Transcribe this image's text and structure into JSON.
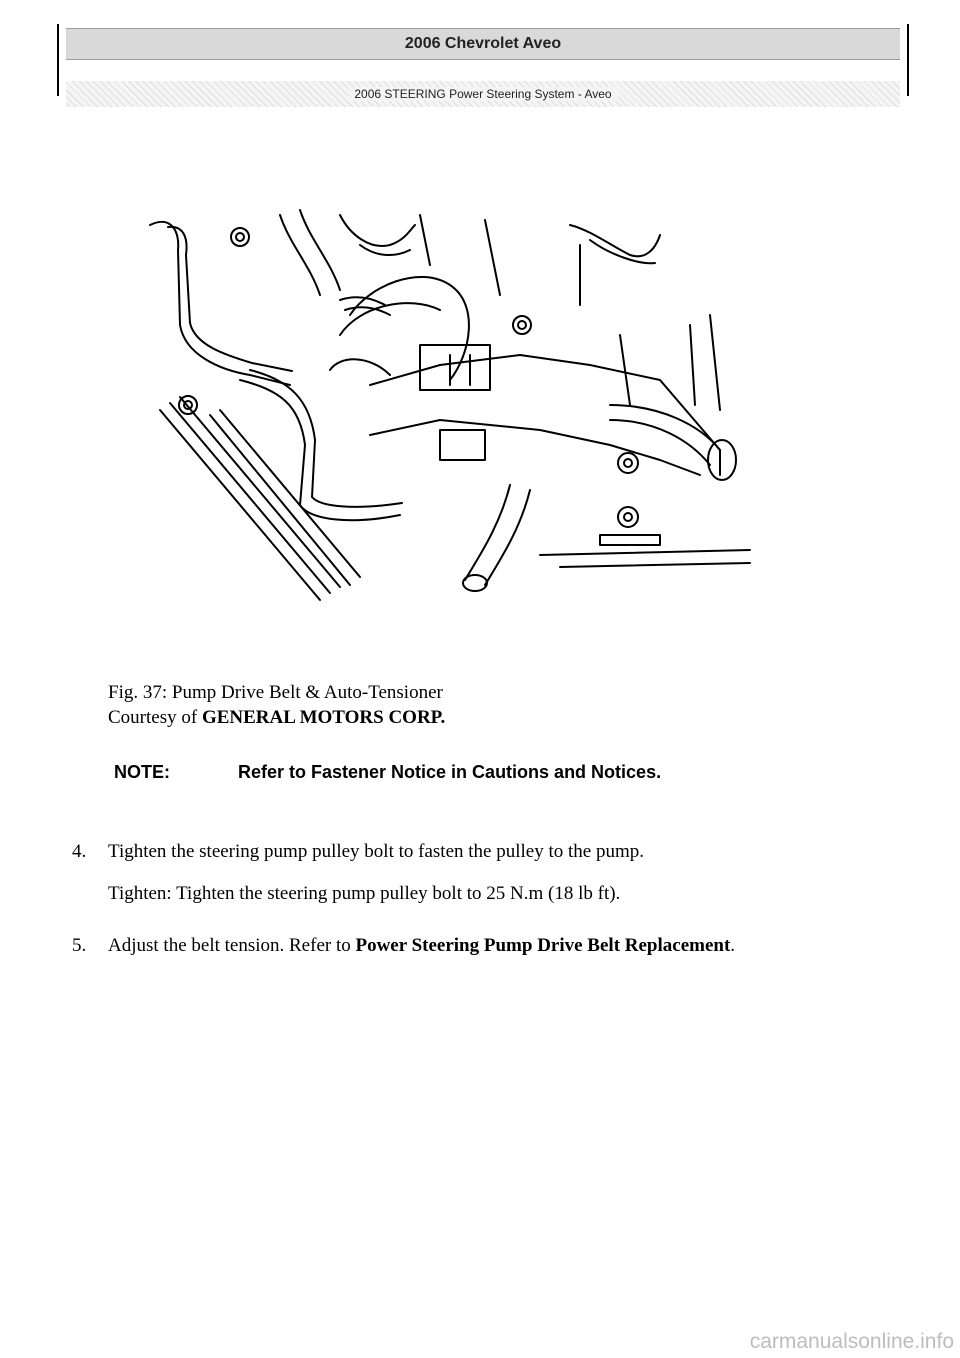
{
  "header": {
    "title": "2006 Chevrolet Aveo",
    "subtitle": "2006 STEERING Power Steering System - Aveo"
  },
  "figure": {
    "caption": "Fig. 37: Pump Drive Belt & Auto-Tensioner",
    "credit_prefix": "Courtesy of",
    "credit_company": "GENERAL MOTORS CORP."
  },
  "note": {
    "label": "NOTE:",
    "text": "Refer to Fastener Notice in Cautions and Notices."
  },
  "steps": [
    {
      "number": "4.",
      "text": "Tighten the steering pump pulley bolt to fasten the pulley to the pump.",
      "detail": "Tighten: Tighten the steering pump pulley bolt to 25 N.m (18 lb ft)."
    },
    {
      "number": "5.",
      "text": "Adjust the belt tension. Refer to",
      "link": "Power Steering Pump Drive Belt Replacement",
      "suffix": "."
    }
  ],
  "watermark": "carmanualsonline.info"
}
